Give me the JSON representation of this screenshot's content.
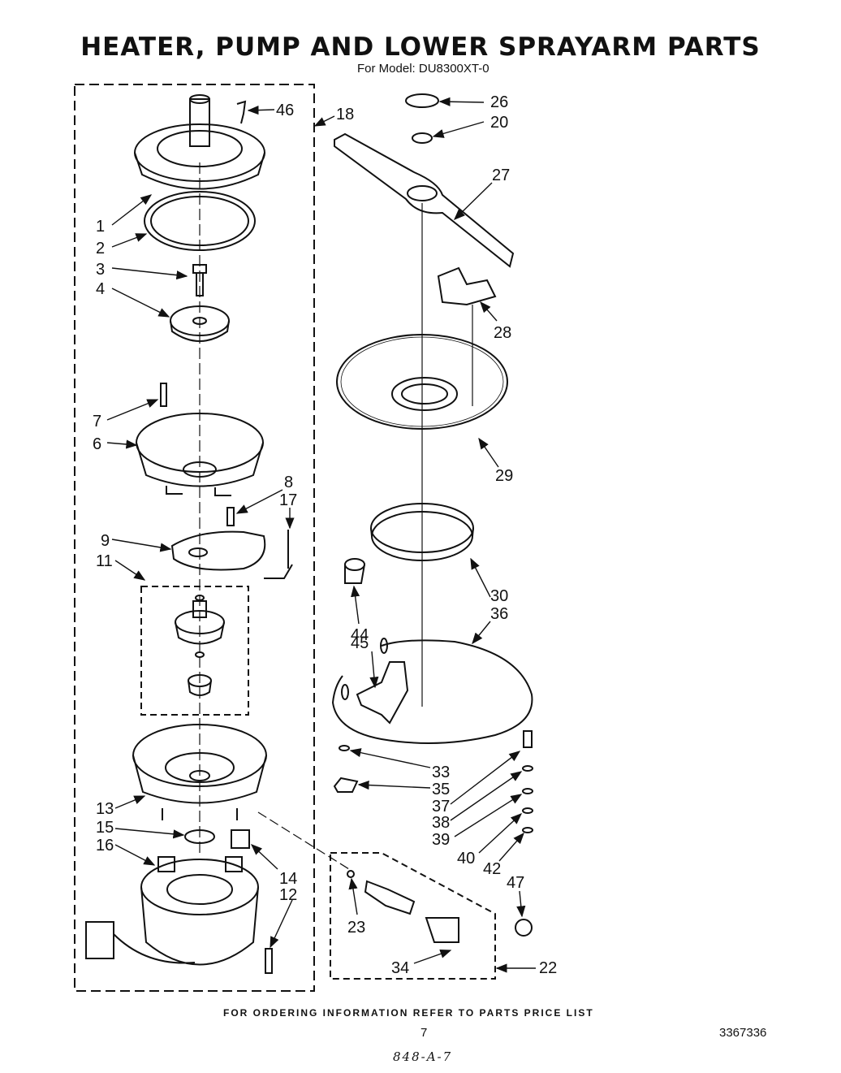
{
  "title": "HEATER, PUMP AND LOWER SPRAYARM PARTS",
  "subtitle": "For Model: DU8300XT-0",
  "footer_note": "FOR ORDERING INFORMATION REFER TO PARTS PRICE LIST",
  "page_number": "7",
  "document_number": "3367336",
  "handwritten_note": "848-A-7",
  "callouts": {
    "c1": "1",
    "c2": "2",
    "c3": "3",
    "c4": "4",
    "c6": "6",
    "c7": "7",
    "c8": "8",
    "c9": "9",
    "c11": "11",
    "c12": "12",
    "c13": "13",
    "c14": "14",
    "c15": "15",
    "c16": "16",
    "c17": "17",
    "c18": "18",
    "c20": "20",
    "c22": "22",
    "c23": "23",
    "c26": "26",
    "c27": "27",
    "c28": "28",
    "c29": "29",
    "c30": "30",
    "c33": "33",
    "c34": "34",
    "c35": "35",
    "c36": "36",
    "c37": "37",
    "c38": "38",
    "c39": "39",
    "c40": "40",
    "c42": "42",
    "c44": "44",
    "c45": "45",
    "c46": "46",
    "c47": "47"
  }
}
